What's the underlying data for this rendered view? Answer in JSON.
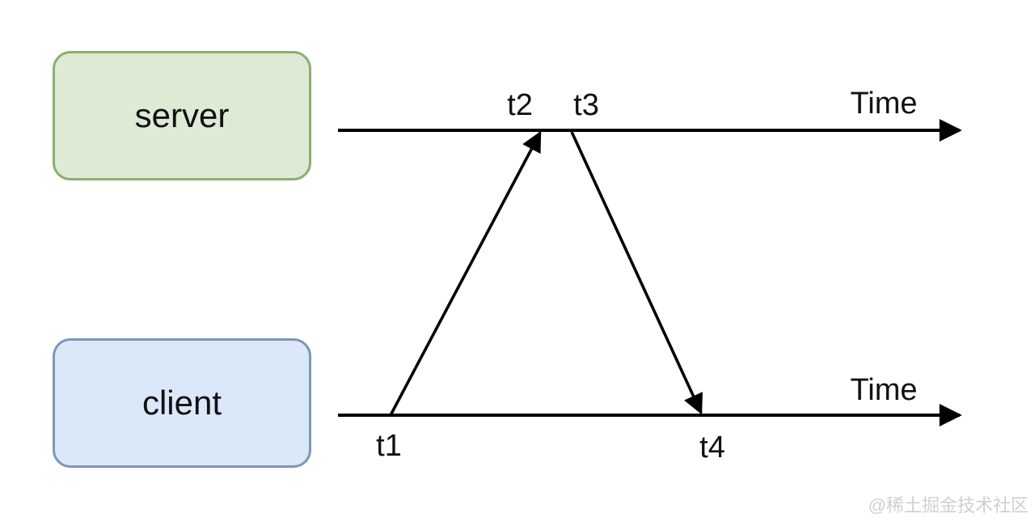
{
  "diagram": {
    "type": "timing-diagram",
    "nodes": [
      {
        "id": "server",
        "label": "server",
        "fill": "#ddebd5",
        "stroke": "#8cae72"
      },
      {
        "id": "client",
        "label": "client",
        "fill": "#dbe8fa",
        "stroke": "#7d97b8"
      }
    ],
    "timelines": [
      {
        "owner": "server",
        "axis_label": "Time"
      },
      {
        "owner": "client",
        "axis_label": "Time"
      }
    ],
    "time_points": [
      {
        "id": "t1",
        "label": "t1",
        "timeline": "client"
      },
      {
        "id": "t2",
        "label": "t2",
        "timeline": "server"
      },
      {
        "id": "t3",
        "label": "t3",
        "timeline": "server"
      },
      {
        "id": "t4",
        "label": "t4",
        "timeline": "client"
      }
    ],
    "messages": [
      {
        "from": "t1",
        "to": "t2",
        "direction": "client-to-server"
      },
      {
        "from": "t3",
        "to": "t4",
        "direction": "server-to-client"
      }
    ],
    "line_color": "#000000",
    "background": "#ffffff"
  },
  "watermark": {
    "text": "@稀土掘金技术社区",
    "color": "#d0d0d0"
  }
}
